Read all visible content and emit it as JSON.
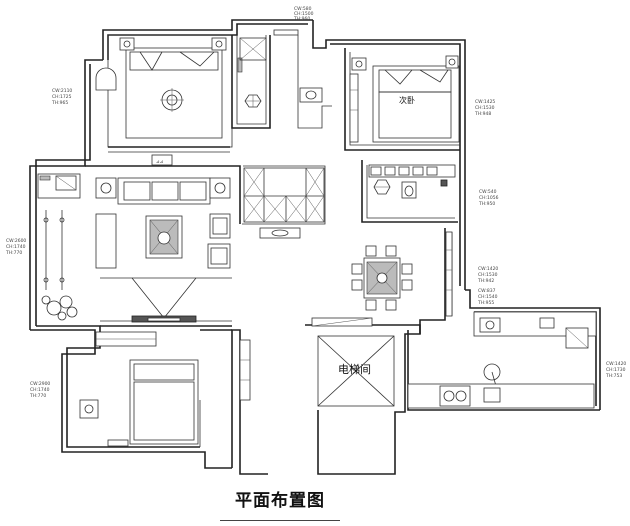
{
  "title": "平面布置图",
  "rooms": {
    "elevator": "电梯间",
    "bedroom_small": "次卧"
  },
  "dimensions": {
    "top": [
      "CW:580",
      "CH:1500",
      "TH:960"
    ],
    "master_left": [
      "CW:2110",
      "CH:1725",
      "TH:965"
    ],
    "right_upper": [
      "CW:1425",
      "CH:1530",
      "TH:948"
    ],
    "right_mid": [
      "CW:540",
      "CH:1056",
      "TH:950"
    ],
    "living_left": [
      "CW:2600",
      "CH:1740",
      "TH:770"
    ],
    "right_lower_a": [
      "CW:1420",
      "CH:1530",
      "TH:942"
    ],
    "right_lower_b": [
      "CW:837",
      "CH:1540",
      "TH:955"
    ],
    "bottom_left": [
      "CW:2900",
      "CH:1740",
      "TH:770"
    ],
    "far_right": [
      "CW:1420",
      "CH:1730",
      "TH:753"
    ]
  }
}
